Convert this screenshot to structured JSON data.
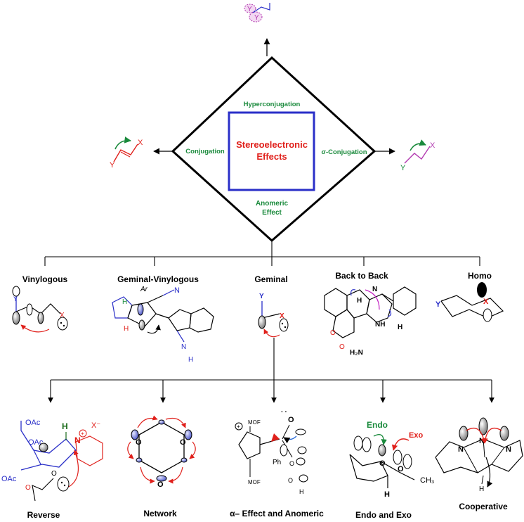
{
  "center": {
    "title_line1": "Stereoelectronic",
    "title_line2": "Effects"
  },
  "quadrants": {
    "top": "Hyperconjugation",
    "left": "Conjugation",
    "right": "σ-Conjugation",
    "bottom_line1": "Anomeric",
    "bottom_line2": "Effect"
  },
  "corner_labels": {
    "left_x": "X",
    "left_y": "Y",
    "right_x": "X",
    "right_y": "Y",
    "top_y1": "Y",
    "top_y2": "Y"
  },
  "tier1": {
    "vinylogous": {
      "label": "Vinylogous",
      "atom_y": "Y",
      "atom_x": "X"
    },
    "geminal_vinylogous": {
      "label": "Geminal-Vinylogous",
      "ar": "Ar",
      "n": "N",
      "h1": "H",
      "h2": "H",
      "nh": "N",
      "nh_h": "H"
    },
    "geminal": {
      "label": "Geminal",
      "atom_y": "Y",
      "atom_x": "X"
    },
    "back_to_back": {
      "label": "Back to Back",
      "h": "H",
      "nh": "NH",
      "n": "N",
      "h2": "H",
      "o": "O",
      "o2": "O",
      "nh2": "H₂N"
    },
    "homo": {
      "label": "Homo",
      "atom_y": "Y",
      "atom_x": "X"
    }
  },
  "tier2": {
    "reverse": {
      "label": "Reverse",
      "oac1": "OAc",
      "oac2": "OAc",
      "oac3": "OAc",
      "h": "H",
      "n": "N",
      "plus": "+",
      "xminus": "X⁻",
      "o": "O",
      "o2": "O"
    },
    "network": {
      "label": "Network",
      "o": "O"
    },
    "alpha": {
      "label": "α– Effect and Anomeric",
      "mof1": "MOF",
      "mof2": "MOF",
      "ph": "Ph",
      "o": "O",
      "oh": "O",
      "h": "H",
      "plus": "+"
    },
    "endo_exo": {
      "label": "Endo and Exo",
      "endo": "Endo",
      "exo": "Exo",
      "o1": "O",
      "o2": "O",
      "h": "H",
      "ch3": "CH₃"
    },
    "cooperative": {
      "label": "Cooperative",
      "n1": "N",
      "n2": "N",
      "n3": "N",
      "h": "H"
    }
  }
}
